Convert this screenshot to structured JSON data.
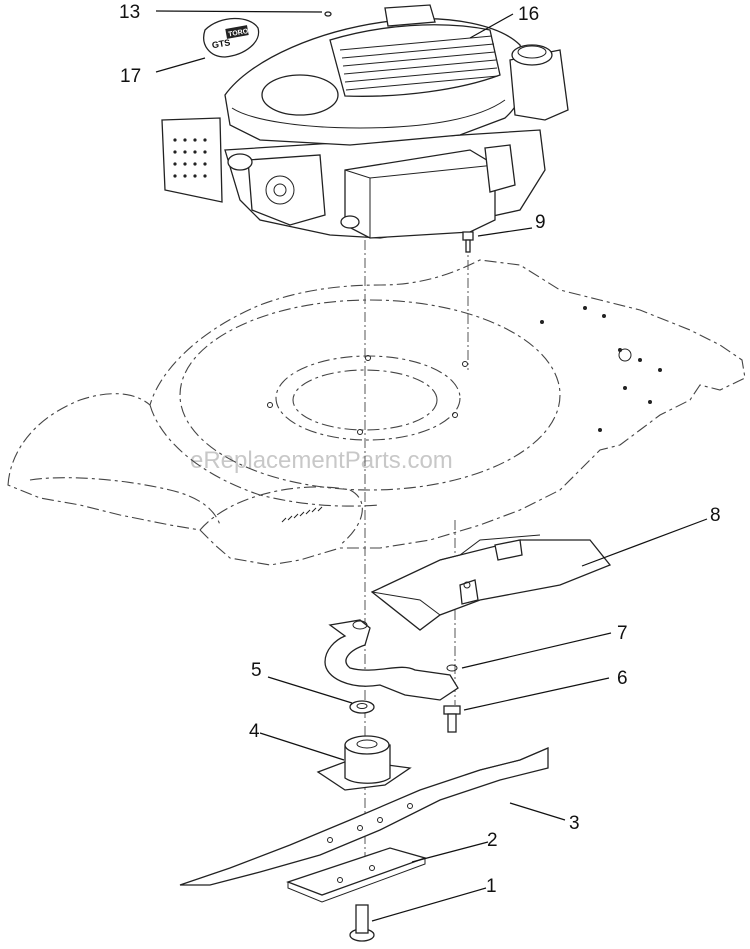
{
  "watermark": "eReplacementParts.com",
  "logo": {
    "brand": "TORO",
    "model": "GTS"
  },
  "callouts": [
    {
      "id": "13",
      "label": "13",
      "part": "engine-cap-screw"
    },
    {
      "id": "16",
      "label": "16",
      "part": "engine"
    },
    {
      "id": "17",
      "label": "17",
      "part": "engine-decal"
    },
    {
      "id": "9",
      "label": "9",
      "part": "engine-mount-bolt"
    },
    {
      "id": "8",
      "label": "8",
      "part": "baffle"
    },
    {
      "id": "7",
      "label": "7",
      "part": "blade-brake-bracket"
    },
    {
      "id": "6",
      "label": "6",
      "part": "bracket-bolt"
    },
    {
      "id": "5",
      "label": "5",
      "part": "washer"
    },
    {
      "id": "4",
      "label": "4",
      "part": "blade-adapter"
    },
    {
      "id": "3",
      "label": "3",
      "part": "blade"
    },
    {
      "id": "2",
      "label": "2",
      "part": "blade-stiffener"
    },
    {
      "id": "1",
      "label": "1",
      "part": "blade-bolt"
    }
  ]
}
